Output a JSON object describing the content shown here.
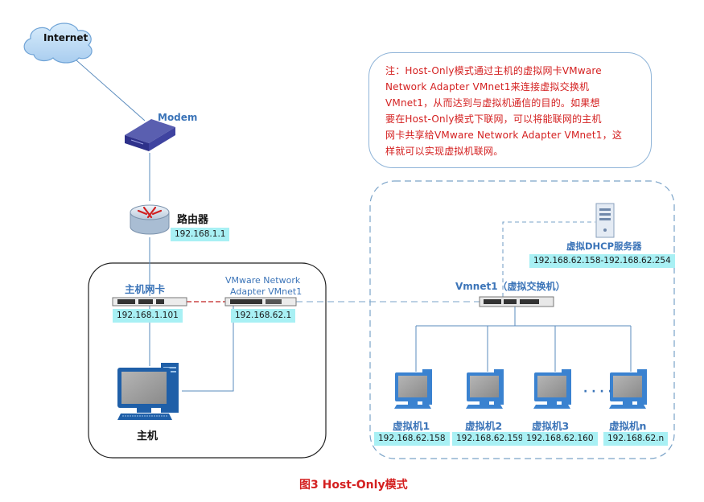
{
  "internet": {
    "label": "Internet"
  },
  "modem": {
    "label": "Modem"
  },
  "router": {
    "label": "路由器",
    "ip": "192.168.1.1"
  },
  "note": {
    "text": "注：Host-Only模式通过主机的虚拟网卡VMware\nNetwork Adapter VMnet1来连接虚拟交换机\nVMnet1，从而达到与虚拟机通信的目的。如果想\n要在Host-Only模式下联网，可以将能联网的主机\n网卡共享给VMware Network Adapter VMnet1，这\n样就可以实现虚拟机联网。"
  },
  "host_nic": {
    "label": "主机网卡",
    "ip": "192.168.1.101"
  },
  "vmnet_adapter": {
    "label_line1": "VMware Network",
    "label_line2": "Adapter VMnet1",
    "ip": "192.168.62.1"
  },
  "host": {
    "label": "主机"
  },
  "dhcp": {
    "label": "虚拟DHCP服务器",
    "ip_range": "192.168.62.158-192.168.62.254"
  },
  "switch": {
    "label": "Vmnet1（虚拟交换机）"
  },
  "vms": [
    {
      "label": "虚拟机1",
      "ip": "192.168.62.158"
    },
    {
      "label": "虚拟机2",
      "ip": "192.168.62.159"
    },
    {
      "label": "虚拟机3",
      "ip": "192.168.62.160"
    },
    {
      "label": "虚拟机n",
      "ip": "192.168.62.n"
    }
  ],
  "ellipsis": "· · · ·",
  "caption": "图3  Host-Only模式",
  "colors": {
    "accent_blue": "#3b74b8",
    "ip_bg": "#a8f0f4",
    "caption_red": "#d42020",
    "line": "#5a8bbd"
  }
}
